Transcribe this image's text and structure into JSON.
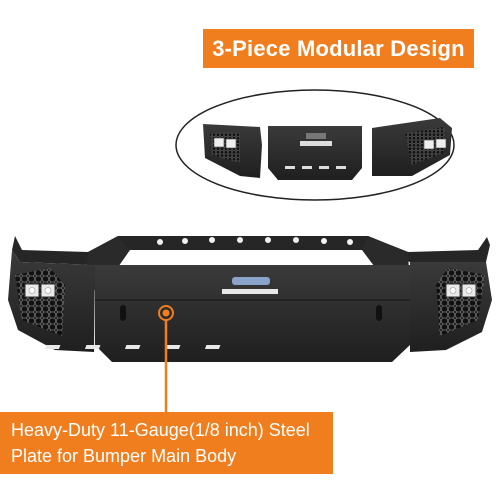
{
  "header_badge": {
    "text": "3-Piece Modular Design"
  },
  "footer_badge": {
    "line1": "Heavy-Duty 11-Gauge(1/8 inch) Steel",
    "line2": "Plate for Bumper Main Body"
  },
  "colors": {
    "accent": "#f07e1f",
    "steel": "#2a2a2a",
    "background": "#ffffff"
  },
  "icons": [
    "callout-dot-icon",
    "led-light-icon",
    "honeycomb-mesh-icon"
  ]
}
